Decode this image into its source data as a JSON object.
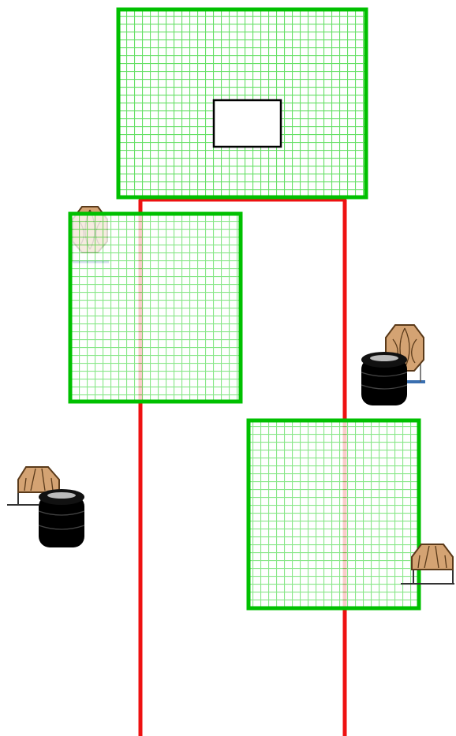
{
  "diagram": {
    "title": "",
    "colors": {
      "background": "#ffffff",
      "fault_line": "#ee1111",
      "no_shoot_border": "#00c000",
      "no_shoot_grid": "#66e066",
      "target_fill": "#d4a373",
      "target_stroke": "#5a3a1a",
      "stand_metal": "#3a6fb0",
      "barrel": "#000000",
      "shooting_box": "#000000"
    },
    "elements": {
      "shooting_box": {
        "type": "rectangle",
        "label": ""
      },
      "fault_lines": [
        {
          "id": "left-fault-line",
          "icon": "red-line"
        },
        {
          "id": "right-fault-line",
          "icon": "red-line"
        },
        {
          "id": "top-fault-line",
          "icon": "red-line"
        }
      ],
      "no_shoot_zones": [
        {
          "id": "top-zone",
          "icon": "green-mesh-wall"
        },
        {
          "id": "middle-left-zone",
          "icon": "green-mesh-wall"
        },
        {
          "id": "lower-right-zone",
          "icon": "green-mesh-wall"
        }
      ],
      "targets": [
        {
          "id": "target-behind-left-wall",
          "icon": "octagon-paper-target"
        },
        {
          "id": "target-right-high",
          "icon": "octagon-paper-target"
        },
        {
          "id": "target-left-low",
          "icon": "octagon-paper-target-lying"
        },
        {
          "id": "target-right-low",
          "icon": "octagon-paper-target-lying"
        }
      ],
      "barrels": [
        {
          "id": "barrel-right",
          "icon": "tire-stack-barrel"
        },
        {
          "id": "barrel-left",
          "icon": "tire-stack-barrel"
        }
      ]
    }
  }
}
